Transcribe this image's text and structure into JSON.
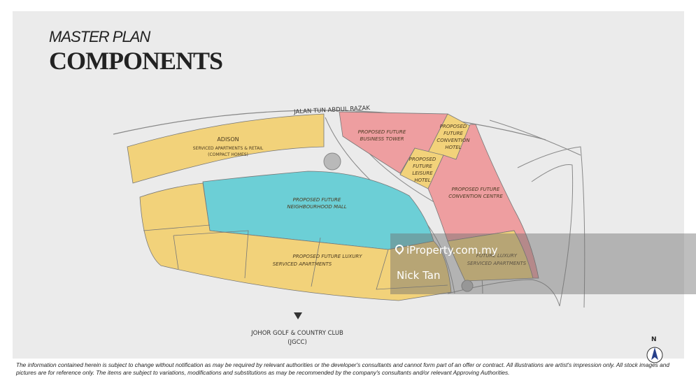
{
  "title": {
    "line1": "MASTER PLAN",
    "line2": "COMPONENTS"
  },
  "road": {
    "name": "JALAN TUN ABDUL RAZAK"
  },
  "parcels": {
    "adison": {
      "name": "ADISON",
      "line2": "SERVICED APARTMENTS & RETAIL",
      "line3": "(COMPACT HOMES)",
      "color": "#f2d27a"
    },
    "business_tower": {
      "line1": "PROPOSED FUTURE",
      "line2": "BUSINESS TOWER",
      "color": "#ee9ea0"
    },
    "convention_hotel": {
      "line1": "PROPOSED",
      "line2": "FUTURE",
      "line3": "CONVENTION",
      "line4": "HOTEL",
      "color": "#f2d27a"
    },
    "leisure_hotel": {
      "line1": "PROPOSED",
      "line2": "FUTURE",
      "line3": "LEISURE",
      "line4": "HOTEL",
      "color": "#f2d27a"
    },
    "convention_centre": {
      "line1": "PROPOSED FUTURE",
      "line2": "CONVENTION CENTRE",
      "color": "#ee9ea0"
    },
    "mall": {
      "line1": "PROPOSED FUTURE",
      "line2": "NEIGHBOURHOOD MALL",
      "color": "#6ccfd6"
    },
    "luxury_apartments_west": {
      "line1": "PROPOSED FUTURE LUXURY",
      "line2": "SERVICED APARTMENTS",
      "color": "#f2d27a"
    },
    "luxury_apartments_east": {
      "line1": "FUTURE LUXURY",
      "line2": "SERVICED APARTMENTS",
      "color": "#f2d27a"
    }
  },
  "landmark": {
    "line1": "JOHOR GOLF & COUNTRY CLUB",
    "line2": "(JGCC)"
  },
  "watermark": {
    "brand": "iProperty.com.my",
    "agent": "Nick Tan"
  },
  "compass": {
    "label": "N"
  },
  "disclaimer": "The information contained herein is subject to change without notification as may be required by relevant authorities or the developer's consultants and cannot form part of an offer or contract. All illustrations are artist's impression only. All stock images and pictures are for reference only. The items are subject to variations, modifications and substitutions as may be recommended by the company's consultants and/or relevant Approving Authorities."
}
